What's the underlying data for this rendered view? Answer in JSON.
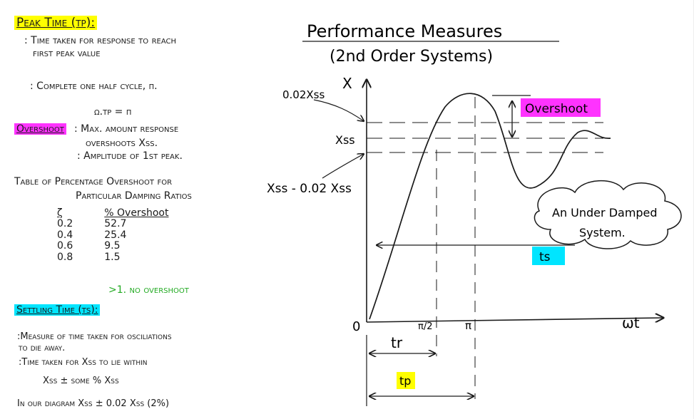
{
  "peak_time": {
    "heading": "Peak Time (tp):",
    "line1": ": Time taken for response to reach",
    "line2": "first peak value",
    "line3": ": Complete one half cycle, π.",
    "eq": "ω.tp = π"
  },
  "overshoot": {
    "heading": "Overshoot",
    "line1": ": Max. amount response",
    "line2": "overshoots Xss.",
    "line3": ": Amplitude of 1st peak."
  },
  "table": {
    "title1": "Table of Percentage Overshoot for",
    "title2": "Particular Damping Ratios",
    "col1": "ζ",
    "col2": "% Overshoot",
    "rows": [
      {
        "z": "0.2",
        "o": "52.7"
      },
      {
        "z": "0.4",
        "o": "25.4"
      },
      {
        "z": "0.6",
        "o": "9.5"
      },
      {
        "z": "0.8",
        "o": "1.5"
      }
    ],
    "note": ">1.  no overshoot"
  },
  "settling": {
    "heading": "Settling Time (ts):",
    "line1": ":Measure of time taken for osciliations",
    "line2": "to die away.",
    "line3": ":Time taken for Xss to lie within",
    "line4": "Xss ± some % Xss",
    "line5": "In our diagram  Xss ± 0.02 Xss  (2%)"
  },
  "diagram": {
    "title1": "Performance Measures",
    "title2": "(2nd Order Systems)",
    "y_axis": "X",
    "x_axis": "ωt",
    "origin": "0",
    "label_upper": "0.02Xss",
    "label_xss": "Xss",
    "label_lower": "Xss - 0.02 Xss",
    "tick_half_pi": "π/2",
    "tick_pi": "π",
    "overshoot_label": "Overshoot",
    "cloud_line1": "An Under Damped",
    "cloud_line2": "System.",
    "ts_label": "ts",
    "tr_label": "tr",
    "tp_label": "tp"
  },
  "colors": {
    "yellow": "#ffff00",
    "magenta": "#ff33ff",
    "cyan": "#00e5ff",
    "green_note": "#22aa22",
    "ink": "#1a1a1a"
  }
}
